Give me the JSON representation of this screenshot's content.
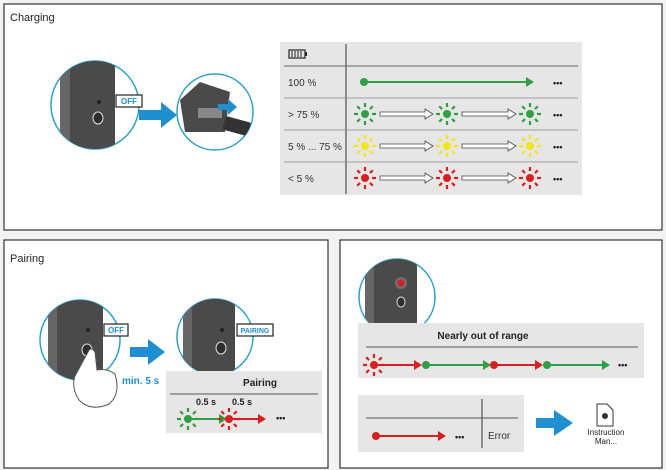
{
  "colors": {
    "green": "#2ea043",
    "yellow": "#f3e617",
    "red": "#d81e1e",
    "blue": "#1f8fd0",
    "panel_gray": "#e6e6e6"
  },
  "charging": {
    "title": "Charging",
    "device_label": "OFF",
    "battery_icon": "battery-full-icon",
    "rows": [
      {
        "label": "100 %",
        "pattern": "steady",
        "color": "green",
        "more": "•••"
      },
      {
        "label": "> 75 %",
        "pattern": "blink",
        "color": "green",
        "more": "•••"
      },
      {
        "label": "5 % ... 75 %",
        "pattern": "blink",
        "color": "yellow",
        "more": "•••"
      },
      {
        "label": "< 5 %",
        "pattern": "blink",
        "color": "red",
        "more": "•••"
      }
    ]
  },
  "pairing": {
    "title": "Pairing",
    "device_label_before": "OFF",
    "device_label_after": "PAIRING",
    "hold_time": "min. 5 s",
    "table_title": "Pairing",
    "interval_1": "0.5 s",
    "interval_2": "0.5 s",
    "more": "•••"
  },
  "range": {
    "table_title": "Nearly out of range",
    "more": "•••",
    "error_label": "Error",
    "error_more": "•••",
    "manual_label_1": "Instruction",
    "manual_label_2": "Man..."
  }
}
